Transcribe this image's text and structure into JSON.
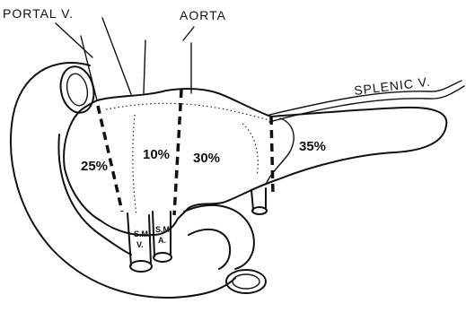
{
  "labels": {
    "portal_vein": "PORTAL V.",
    "aorta": "AORTA",
    "splenic_vein": "SPLENIC V.",
    "smv": [
      "S.M.",
      "V."
    ],
    "sma": [
      "S.M.",
      "A."
    ]
  },
  "segments": [
    {
      "label": "25%"
    },
    {
      "label": "10%"
    },
    {
      "label": "30%"
    },
    {
      "label": "35%"
    }
  ]
}
